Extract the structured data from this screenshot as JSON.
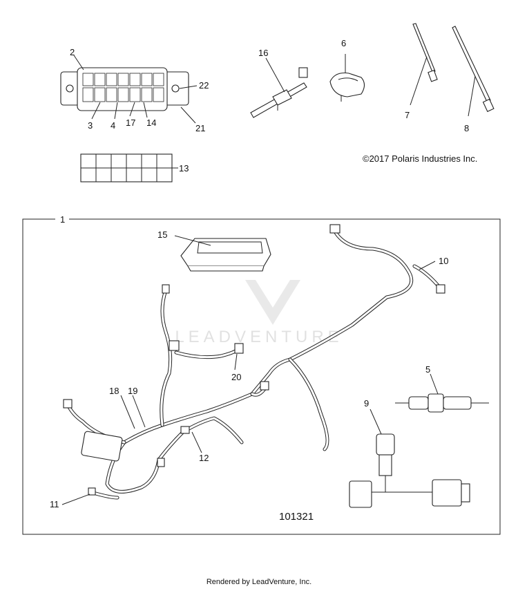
{
  "copyright": "©2017 Polaris Industries Inc.",
  "figure_number": "101321",
  "footer": "Rendered by LeadVenture, Inc.",
  "watermark": "LEADVENTURE",
  "callouts": {
    "c1": "1",
    "c2": "2",
    "c3": "3",
    "c4": "4",
    "c5": "5",
    "c6": "6",
    "c7": "7",
    "c8": "8",
    "c9": "9",
    "c10": "10",
    "c11": "11",
    "c12": "12",
    "c13": "13",
    "c14": "14",
    "c15": "15",
    "c16": "16",
    "c17": "17",
    "c18": "18",
    "c19": "19",
    "c20": "20",
    "c21": "21",
    "c22": "22"
  }
}
